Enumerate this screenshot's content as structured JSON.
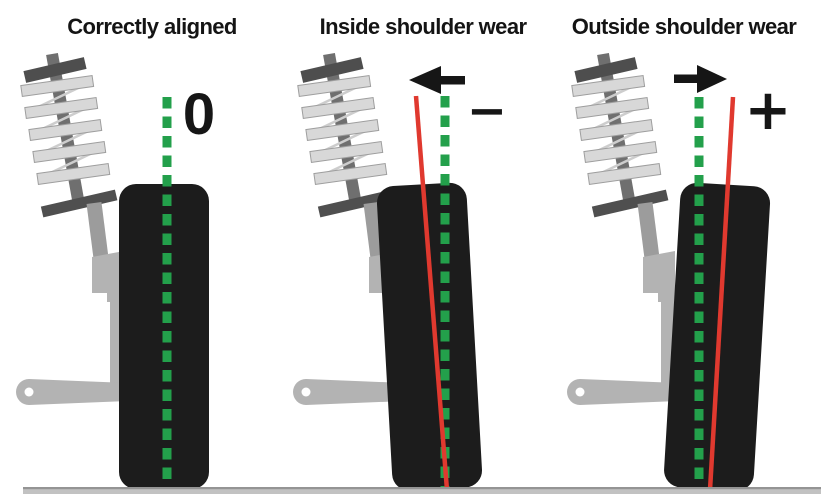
{
  "diagram": {
    "description": "Tire camber alignment comparison",
    "panels": [
      {
        "title": "Correctly aligned",
        "symbol": "0",
        "arrow": "none"
      },
      {
        "title": "Inside shoulder wear",
        "symbol": "−",
        "arrow": "left"
      },
      {
        "title": "Outside shoulder wear",
        "symbol": "+",
        "arrow": "right"
      }
    ],
    "colors": {
      "axis_green": "#23a04b",
      "camber_red": "#e0392f",
      "tire": "#1c1c1c",
      "ground": "#c2c2c2",
      "ground_edge": "#949494",
      "strut_light": "#d8d8d8",
      "strut_mid": "#b3b3b3",
      "strut_body": "#9c9c9c",
      "strut_dark": "#4e4e4e",
      "text": "#141414"
    }
  }
}
